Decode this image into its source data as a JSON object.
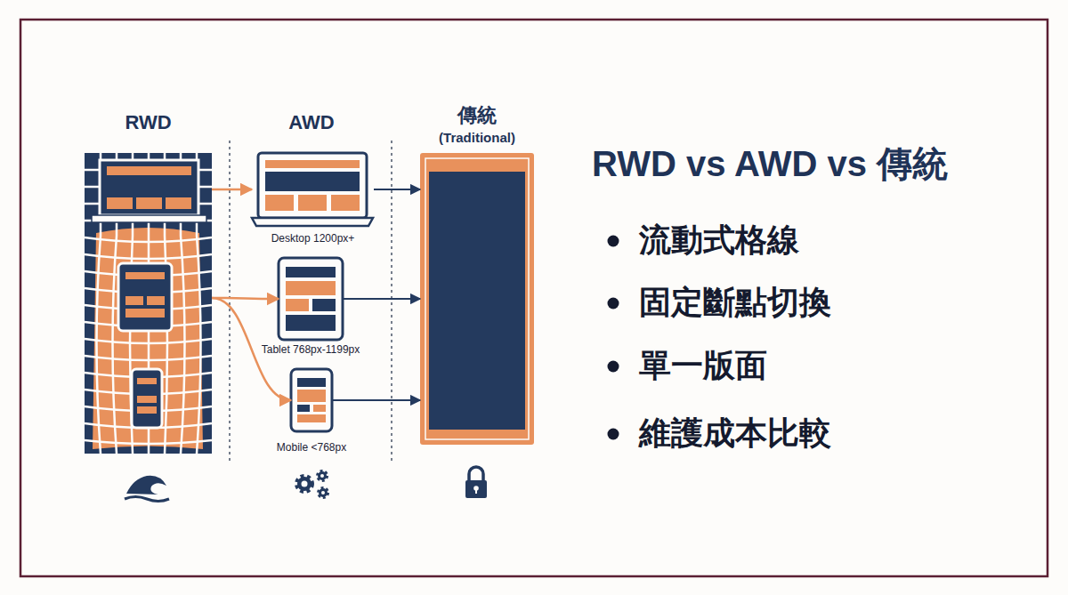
{
  "diagram": {
    "title": "RWD vs AWD vs 傳統",
    "nodes": [
      {
        "text": [
          "RWD"
        ]
      },
      {
        "text": [
          "Desktop 1200px+"
        ]
      },
      {
        "text": [
          "Tablet 768px-1199px"
        ]
      },
      {
        "text": [
          "Mobile <768px"
        ]
      },
      {
        "text": [
          "傳統",
          "(Traditional)"
        ]
      }
    ],
    "edges": [
      {
        "from": 0,
        "to": 1,
        "arrow": "to"
      },
      {
        "from": 0,
        "to": 2,
        "arrow": "to"
      },
      {
        "from": 0,
        "to": 3,
        "arrow": "to"
      },
      {
        "from": 1,
        "to": 4,
        "arrow": "to"
      },
      {
        "from": 2,
        "to": 4,
        "arrow": "to"
      },
      {
        "from": 3,
        "to": 4,
        "arrow": "to"
      }
    ],
    "labels": [
      "AWD",
      "流動式格線",
      "固定斷點切換",
      "單一版面",
      "維護成本比較"
    ]
  }
}
